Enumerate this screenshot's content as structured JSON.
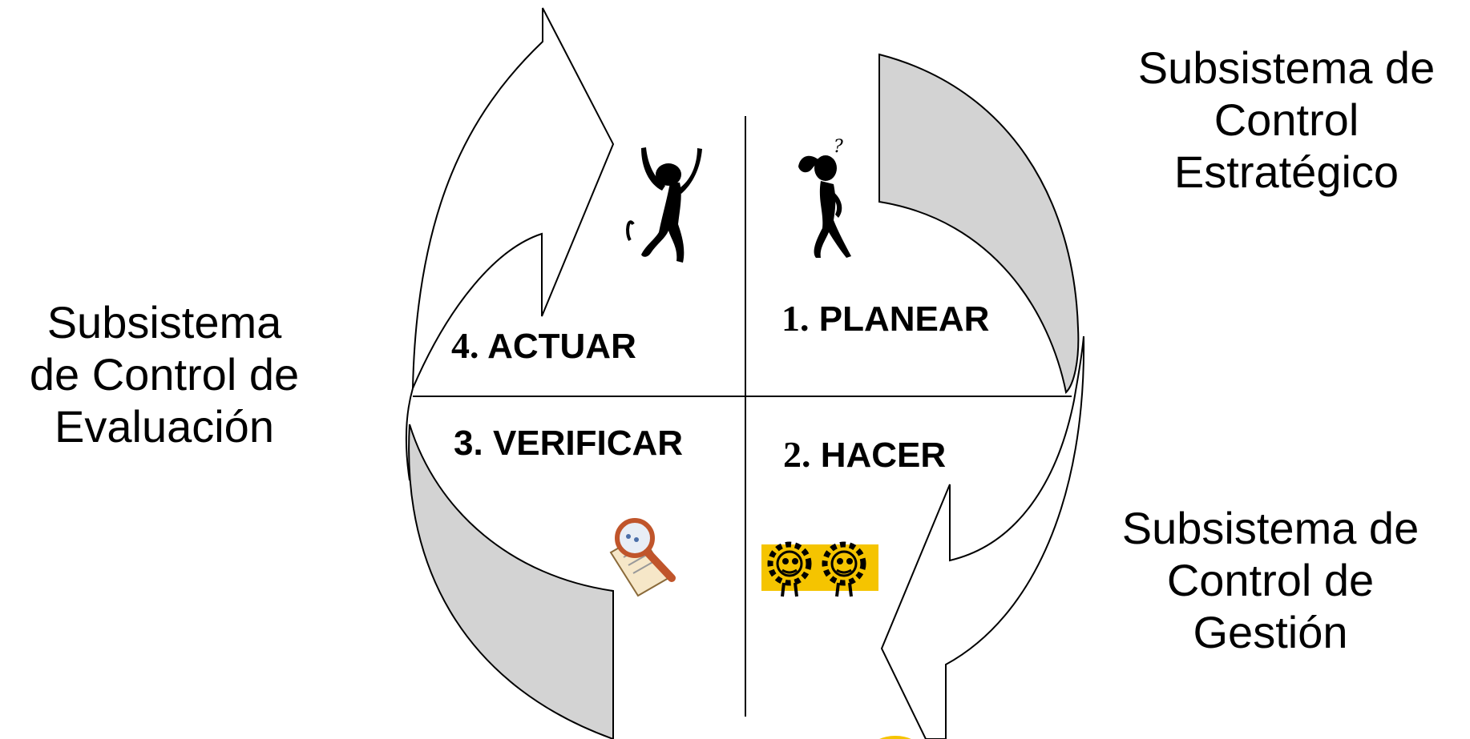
{
  "subsystems": {
    "strategic": [
      "Subsistema de",
      "Control",
      "Estratégico"
    ],
    "evaluation": [
      "Subsistema",
      "de Control de",
      "Evaluación"
    ],
    "management": [
      "Subsistema de",
      "Control de",
      "Gestión"
    ]
  },
  "quadrants": {
    "planear": {
      "number": "1.",
      "label": "PLANEAR"
    },
    "hacer": {
      "number": "2.",
      "label": "HACER"
    },
    "verificar": {
      "number": "3.",
      "label": "VERIFICAR"
    },
    "actuar": {
      "number": "4.",
      "label": "ACTUAR"
    }
  },
  "icons": {
    "planear": "thinking-figure-icon",
    "actuar": "jumping-figure-icon",
    "verificar": "magnifier-document-icon",
    "hacer": "gears-icon"
  },
  "colors": {
    "arrow_fill": "#d3d3d3",
    "stroke": "#000000",
    "gear": "#f5c400"
  }
}
